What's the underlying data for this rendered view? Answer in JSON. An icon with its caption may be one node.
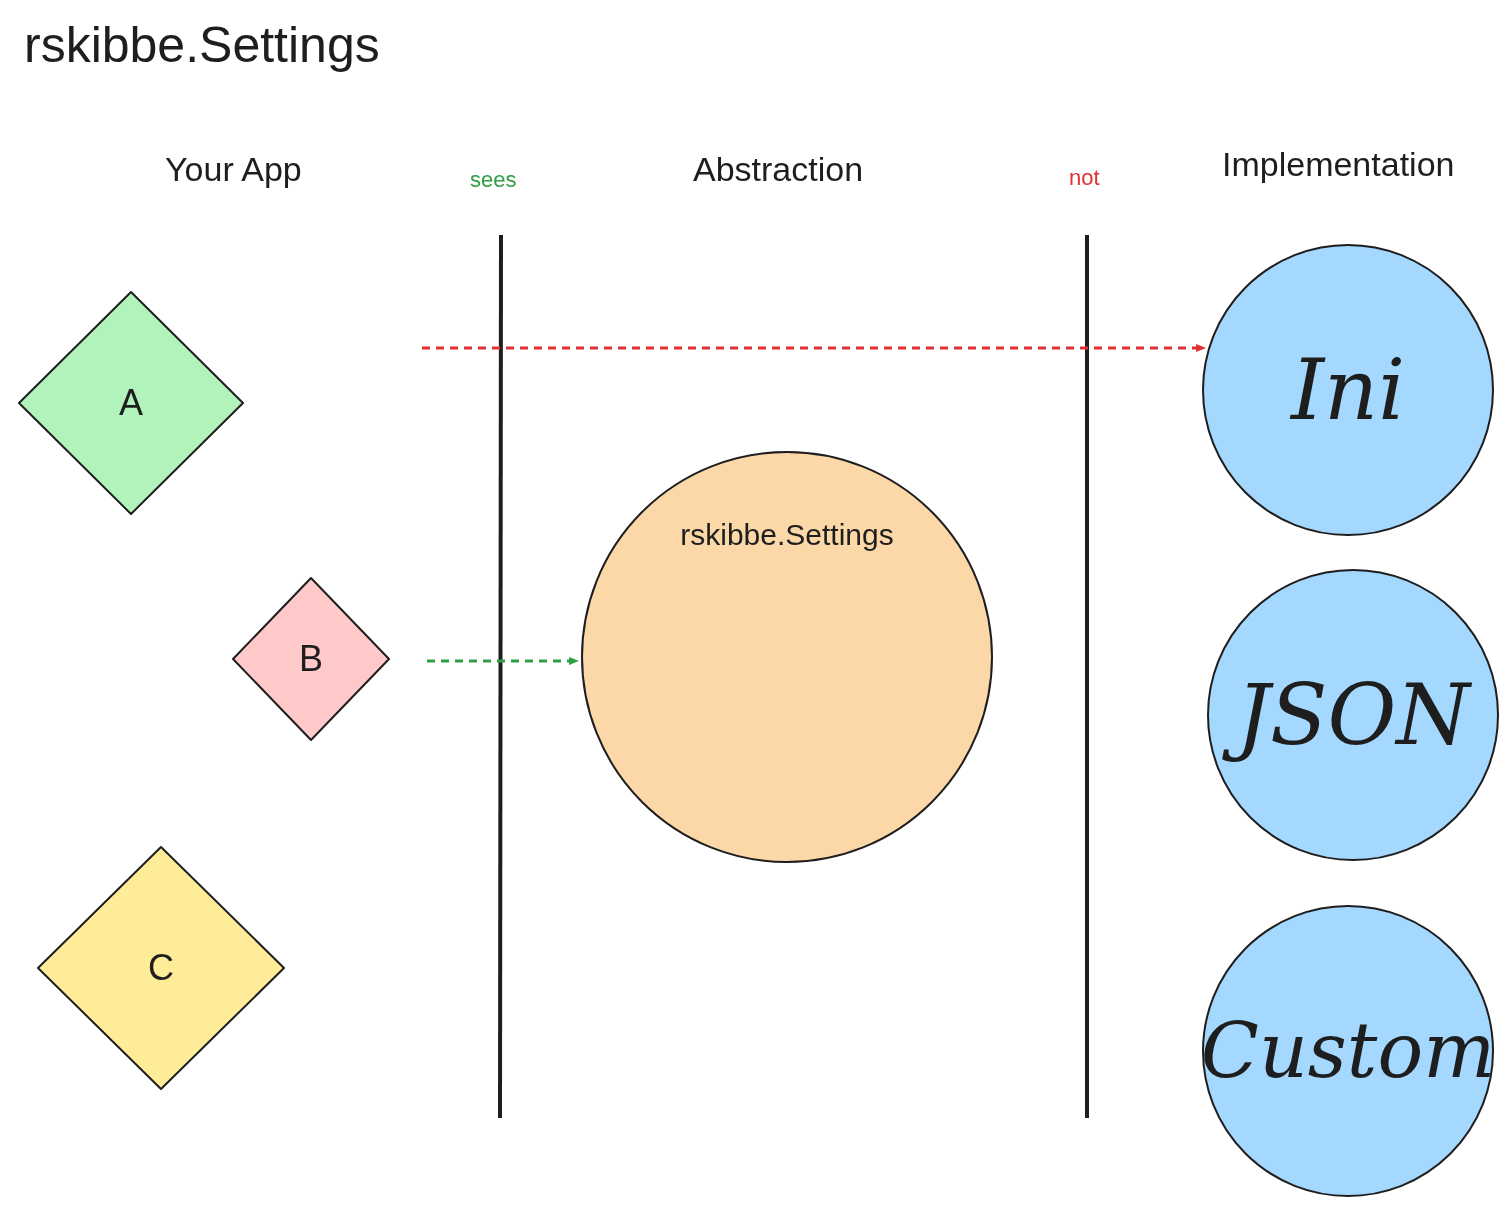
{
  "diagram": {
    "title": "rskibbe.Settings",
    "nodes": [
      {
        "text": [
          "A"
        ]
      },
      {
        "text": [
          "B"
        ]
      },
      {
        "text": [
          "C"
        ]
      },
      {
        "text": [
          "rskibbe.Settings"
        ]
      },
      {
        "text": [
          "Ini"
        ]
      },
      {
        "text": [
          "JSON"
        ]
      },
      {
        "text": [
          "Custom"
        ]
      }
    ],
    "edges": [
      {
        "from": null,
        "to": 4,
        "arrow": "to",
        "style": "dashed",
        "color": "#e03131"
      },
      {
        "from": null,
        "to": 3,
        "arrow": "to",
        "style": "dashed",
        "color": "#2f9e44"
      }
    ],
    "labels": [
      "Your App",
      "sees",
      "Abstraction",
      "not",
      "Implementation"
    ]
  }
}
